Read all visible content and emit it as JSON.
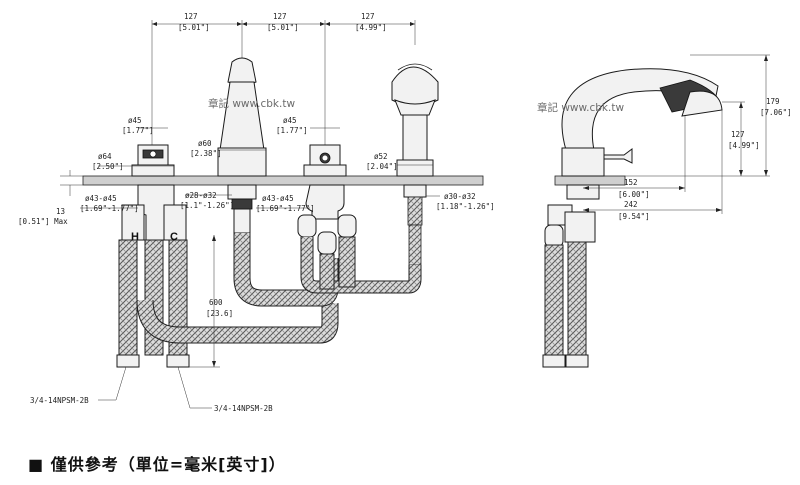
{
  "watermark": "章記 www.cbk.tw",
  "footer_note": "■ 僅供參考（單位=毫米[英寸]）",
  "front_view": {
    "spacing": [
      {
        "mm": "127",
        "in": "[5.01\"]"
      },
      {
        "mm": "127",
        "in": "[5.01\"]"
      },
      {
        "mm": "127",
        "in": "[4.99\"]"
      }
    ],
    "dims": {
      "d45_left": {
        "mm": "ø45",
        "in": "[1.77\"]"
      },
      "d64": {
        "mm": "ø64",
        "in": "[2.50\"]"
      },
      "d43_45_left": {
        "mm": "ø43-ø45",
        "in": "[1.69\"-1.77\"]"
      },
      "d60": {
        "mm": "ø60",
        "in": "[2.38\"]"
      },
      "d28_32": {
        "mm": "ø28-ø32",
        "in": "[1.1\"-1.26\"]"
      },
      "d45_right": {
        "mm": "ø45",
        "in": "[1.77\"]"
      },
      "d43_45_right": {
        "mm": "ø43-ø45",
        "in": "[1.69\"-1.77\"]"
      },
      "d52": {
        "mm": "ø52",
        "in": "[2.04\"]"
      },
      "d30_32": {
        "mm": "ø30-ø32",
        "in": "[1.18\"-1.26\"]"
      },
      "deck": {
        "mm": "13",
        "in": "[0.51\"] Max"
      },
      "hose_len": {
        "mm": "600",
        "in": "[23.6]"
      }
    },
    "hot_label": "H",
    "cold_label": "C",
    "thread_label": "3/4-14NPSM-2B"
  },
  "side_view": {
    "h179": {
      "mm": "179",
      "in": "[7.06\"]"
    },
    "h127": {
      "mm": "127",
      "in": "[4.99\"]"
    },
    "w152": {
      "mm": "152",
      "in": "[6.00\"]"
    },
    "w242": {
      "mm": "242",
      "in": "[9.54\"]"
    }
  }
}
